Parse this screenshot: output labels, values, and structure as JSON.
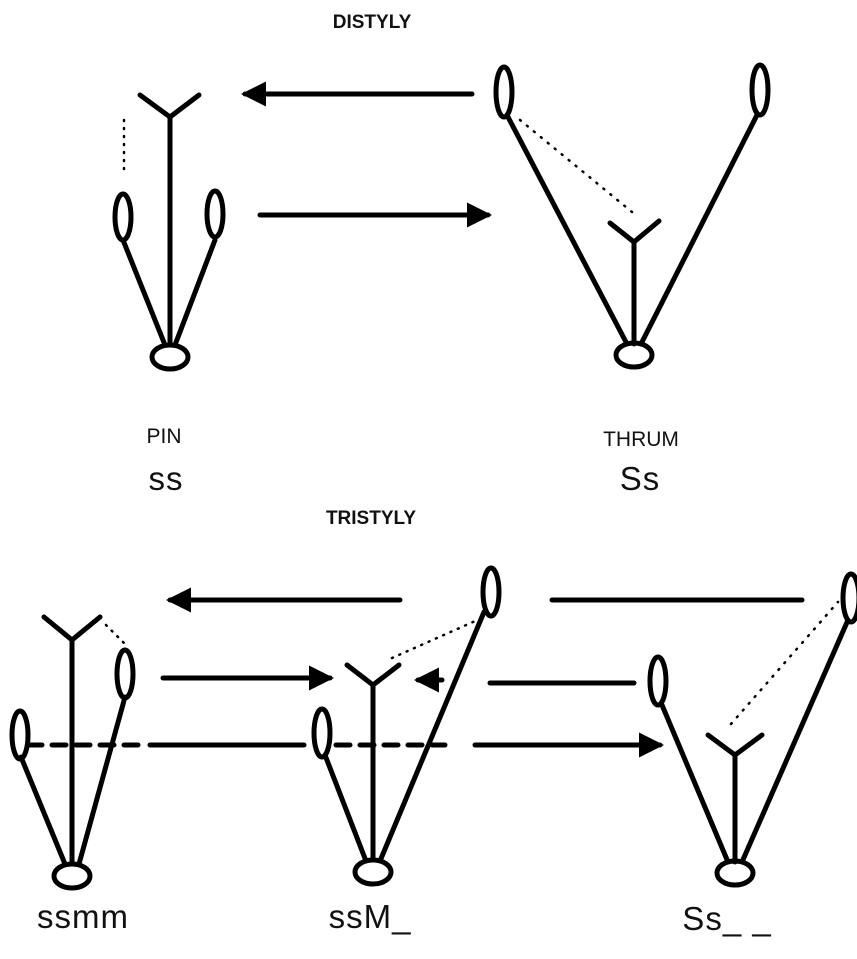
{
  "distyly": {
    "title": "DISTYLY",
    "pin_label": "PIN",
    "pin_genotype": "ss",
    "thrum_label": "THRUM",
    "thrum_genotype": "Ss"
  },
  "tristyly": {
    "title": "TRISTYLY",
    "long_genotype": "ssmm",
    "mid_genotype": "ssM_",
    "short_genotype": "Ss_ _"
  }
}
